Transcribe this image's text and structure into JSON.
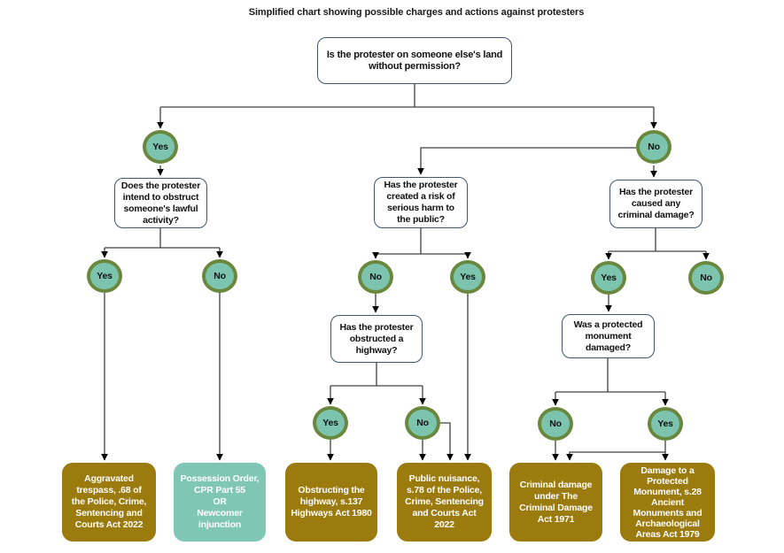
{
  "title": "Simplified chart showing possible charges and actions against protesters",
  "questions": {
    "land": "Is the protester on someone else's land\nwithout permission?",
    "intend": "Does the protester\nintend to obstruct\nsomeone's lawful\nactivity?",
    "risk": "Has the protester\ncreated a risk of\nserious harm to\nthe public?",
    "damage": "Has the protester\ncaused any\ncriminal damage?",
    "highway": "Has the protester\nobstructed a\nhighway?",
    "monument": "Was a protected\nmonument\ndamaged?"
  },
  "labels": {
    "yes": "Yes",
    "no": "No"
  },
  "outcomes": {
    "aggravated": "Aggravated\ntrespass, .68 of\nthe Police, Crime,\nSentencing and\nCourts Act 2022",
    "possession": "Possession Order,\nCPR Part 55\nOR\nNewcomer\ninjunction",
    "obstructing": "Obstructing the\nhighway, s.137\nHighways Act 1980",
    "nuisance": "Public nuisance,\ns.78 of the Police,\nCrime, Sentencing\nand Courts Act\n2022",
    "criminal": "Criminal damage\nunder The\nCriminal Damage\nAct 1971",
    "monument_damage": "Damage to a\nProtected\nMonument, s.28\nAncient\nMonuments and\nArchaeological\nAreas Act 1979"
  },
  "colors": {
    "outcome_gold": "#9b7a0e",
    "outcome_teal": "#80c6b4",
    "circle_fill": "#7cc4ae",
    "circle_border": "#69883e",
    "question_border": "#44546a",
    "connector": "#404040"
  }
}
